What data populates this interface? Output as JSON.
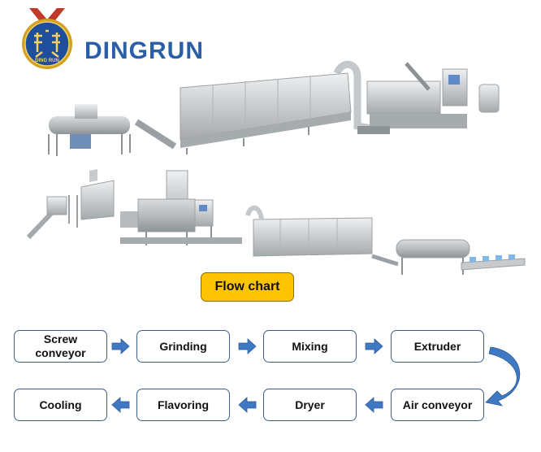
{
  "brand": {
    "name": "DINGRUN",
    "logo_text": "DING RUN"
  },
  "badge": {
    "label": "Flow chart"
  },
  "steps": [
    {
      "label": "Screw conveyor"
    },
    {
      "label": "Grinding"
    },
    {
      "label": "Mixing"
    },
    {
      "label": "Extruder"
    },
    {
      "label": "Air conveyor"
    },
    {
      "label": "Dryer"
    },
    {
      "label": "Flavoring"
    },
    {
      "label": "Cooling"
    }
  ],
  "colors": {
    "brand_blue": "#2a5fa8",
    "badge_yellow": "#ffc400",
    "arrow_blue": "#3f78c3",
    "box_border": "#3c5f8c"
  }
}
